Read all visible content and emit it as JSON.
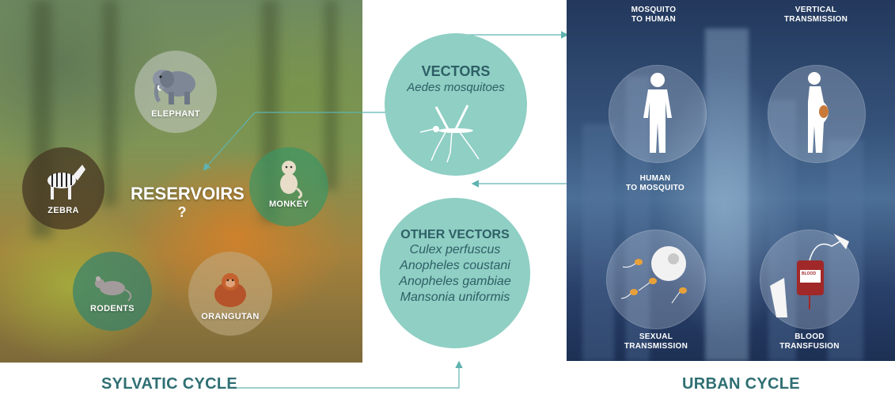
{
  "sylvatic": {
    "title": "RESERVOIRS",
    "question": "?",
    "animals": [
      {
        "label": "ELEPHANT"
      },
      {
        "label": "ZEBRA"
      },
      {
        "label": "MONKEY"
      },
      {
        "label": "RODENTS"
      },
      {
        "label": "ORANGUTAN"
      }
    ]
  },
  "vectors": {
    "title": "VECTORS",
    "subtitle": "Aedes mosquitoes"
  },
  "other_vectors": {
    "title": "OTHER VECTORS",
    "items": [
      "Culex perfuscus",
      "Anopheles coustani",
      "Anopheles gambiae",
      "Mansonia uniformis"
    ]
  },
  "urban": {
    "mosquito_to_human": [
      "MOSQUITO",
      "TO HUMAN"
    ],
    "vertical": [
      "VERTICAL",
      "TRANSMISSION"
    ],
    "human_to_mosquito": [
      "HUMAN",
      "TO MOSQUITO"
    ],
    "sexual": [
      "SEXUAL",
      "TRANSMISSION"
    ],
    "blood": [
      "BLOOD",
      "TRANSFUSION"
    ],
    "blood_bag_label": "BLOOD"
  },
  "cycles": {
    "sylvatic": "SYLVATIC CYCLE",
    "urban": "URBAN CYCLE"
  },
  "colors": {
    "teal": "#8fcfc4",
    "text_teal": "#2f6f73",
    "arrow": "#5fb3b0"
  }
}
